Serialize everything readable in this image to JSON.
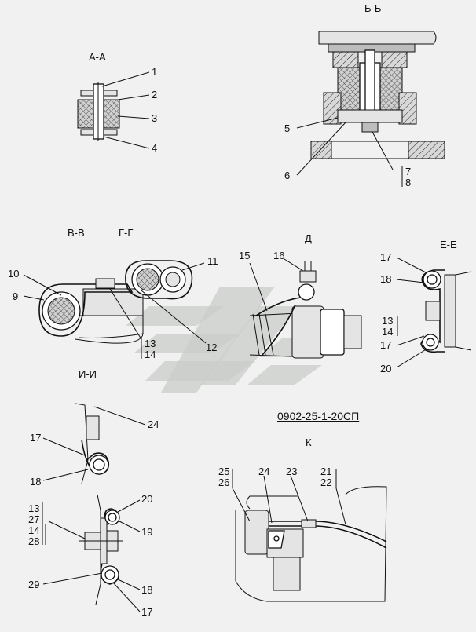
{
  "drawing": {
    "code": "0902-25-1-20СП",
    "sections": {
      "aa": "А-А",
      "bb": "Б-Б",
      "vv": "В-В",
      "gg": "Г-Г",
      "d": "Д",
      "ee": "Е-Е",
      "ii": "И-И",
      "k": "К"
    },
    "labels": {
      "aa_1": "1",
      "aa_2": "2",
      "aa_3": "3",
      "aa_4": "4",
      "bb_5": "5",
      "bb_6": "6",
      "bb_7": "7",
      "bb_8": "8",
      "vg_9": "9",
      "vg_10": "10",
      "vg_11": "11",
      "vg_12": "12",
      "vg_13": "13",
      "vg_14": "14",
      "d_15": "15",
      "d_16": "16",
      "ee_17a": "17",
      "ee_18": "18",
      "ee_13": "13",
      "ee_14": "14",
      "ee_17b": "17",
      "ee_20": "20",
      "ii_24": "24",
      "ii_17a": "17",
      "ii_18a": "18",
      "ii_13": "13",
      "ii_27": "27",
      "ii_14": "14",
      "ii_28": "28",
      "ii_20": "20",
      "ii_19": "19",
      "ii_29": "29",
      "ii_18b": "18",
      "ii_17b": "17",
      "k_25": "25",
      "k_26": "26",
      "k_24": "24",
      "k_23": "23",
      "k_21": "21",
      "k_22": "22"
    }
  }
}
